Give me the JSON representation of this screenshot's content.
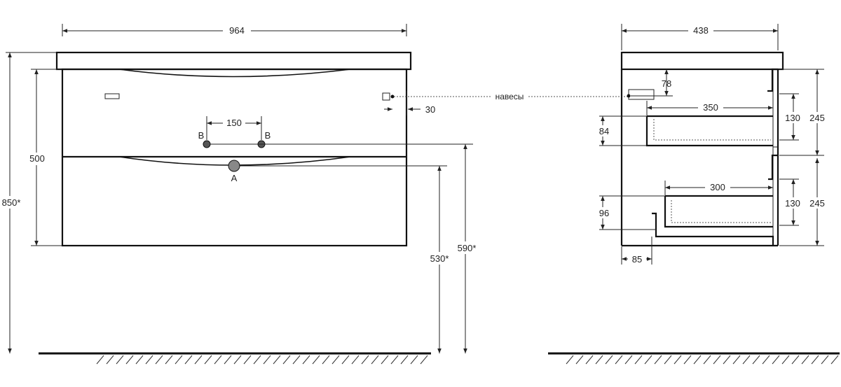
{
  "front_view": {
    "width": "964",
    "body_height": "500",
    "total_height": "850*",
    "hole_spacing": "150",
    "drain_height": "530*",
    "inlet_height": "590*",
    "hanger_offset": "30",
    "label_a": "A",
    "label_b_left": "B",
    "label_b_right": "B"
  },
  "side_view": {
    "depth": "438",
    "hanger_height": "78",
    "upper_drawer_depth": "350",
    "upper_drawer_front_gap": "84",
    "upper_drawer_height": "130",
    "upper_section_height": "245",
    "lower_drawer_depth": "300",
    "lower_drawer_front_gap": "96",
    "lower_drawer_height": "130",
    "lower_section_height": "245",
    "cutout_width": "85"
  },
  "annotation": {
    "hangers": "навесы"
  }
}
